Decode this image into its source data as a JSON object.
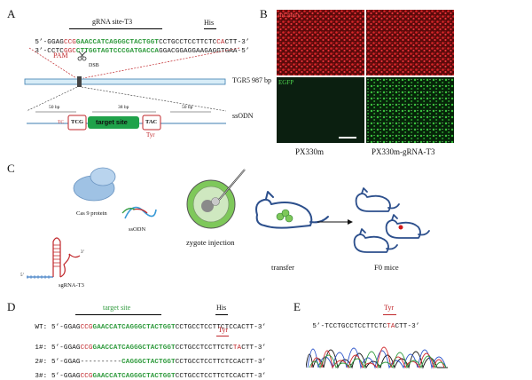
{
  "panels": {
    "a": "A",
    "b": "B",
    "c": "C",
    "d": "D",
    "e": "E"
  },
  "panel_a": {
    "grna_label": "gRNA site-T3",
    "his_label": "His",
    "seq_top": {
      "p1": "5’-GGAG",
      "p2": "CCG",
      "p3": "GAACCATCAGGGCTACTGGT",
      "p4": "CCTGCCTCCTTCTC",
      "p5": "CA",
      "p6": "CTT-3’"
    },
    "seq_bot": {
      "p1": "3’-CCTC",
      "p2": "GGC",
      "p3": "CTTGGTAGTCCCGATGACCA",
      "p4": "GGACGGAGGAAGAGGTGAA-5’"
    },
    "pam_label": "PAM",
    "dsb_label": "DSB",
    "tgr_label": "TGR5 987 bp",
    "ssodn_label": "ssODN",
    "bp_left": "50 bp",
    "bp_mid": "38 bp",
    "bp_right": "50 bp",
    "box_tcg": "TCG",
    "box_target": "target site",
    "box_tac": "TAC",
    "tyr_label": "Tyr",
    "tc_label": "TC"
  },
  "panel_b": {
    "mcherry_label": "mCherry",
    "egfp_label": "EGFP",
    "col1": "PX330m",
    "col2": "PX330m-gRNA-T3"
  },
  "panel_c": {
    "cas9": "Cas 9 protein",
    "ssodn": "ssODN",
    "sgrna": "sgRNA-T3",
    "five": "5’",
    "three": "3’",
    "zygote": "zygote injection",
    "transfer": "transfer",
    "f0": "F0 mice"
  },
  "panel_d": {
    "target_label": "target site",
    "his_label": "His",
    "tyr_label": "Tyr",
    "wt": {
      "lbl": "WT: 5’-GGAG",
      "pam": "CCG",
      "tgt": "GAACCATCAGGGCTACTGGT",
      "rest": "CCTGCCTCCTTCTC",
      "ca": "CA",
      "end": "CTT-3’"
    },
    "m1": {
      "lbl": "1#: 5’-GGAG",
      "pam": "CCG",
      "tgt": "GAACCATCAGGGCTACTGGT",
      "rest": "CCTGCCTCCTTCTC",
      "ca": "TA",
      "end": "CTT-3’"
    },
    "m2": {
      "lbl": "2#: 5’-GGAG",
      "dash": "----------",
      "tgt": "CAGGGCTACTGGT",
      "rest": "CCTGCCTCCTTCTC",
      "ca": "CA",
      "end": "CTT-3’"
    },
    "m3": {
      "lbl": "3#: 5’-GGAG",
      "pam": "CCG",
      "tgt": "GAACCATCAGGGCTACTGGT",
      "rest": "CCTGCCTCCTTCTC",
      "ca": "CA",
      "end": "CTT-3’"
    }
  },
  "panel_e": {
    "tyr_label": "Tyr",
    "seq": {
      "p1": "5’-TCCTGCCTCCTTCTC",
      "p2": "TA",
      "p3": "CTT-3’"
    }
  },
  "colors": {
    "red": "#c0262a",
    "green": "#2e9a3c",
    "target_box": "#1fa24a",
    "light_blue": "#cfe6f3",
    "cas_blue": "#9fc2e4",
    "zygote": "#7ec85a"
  }
}
